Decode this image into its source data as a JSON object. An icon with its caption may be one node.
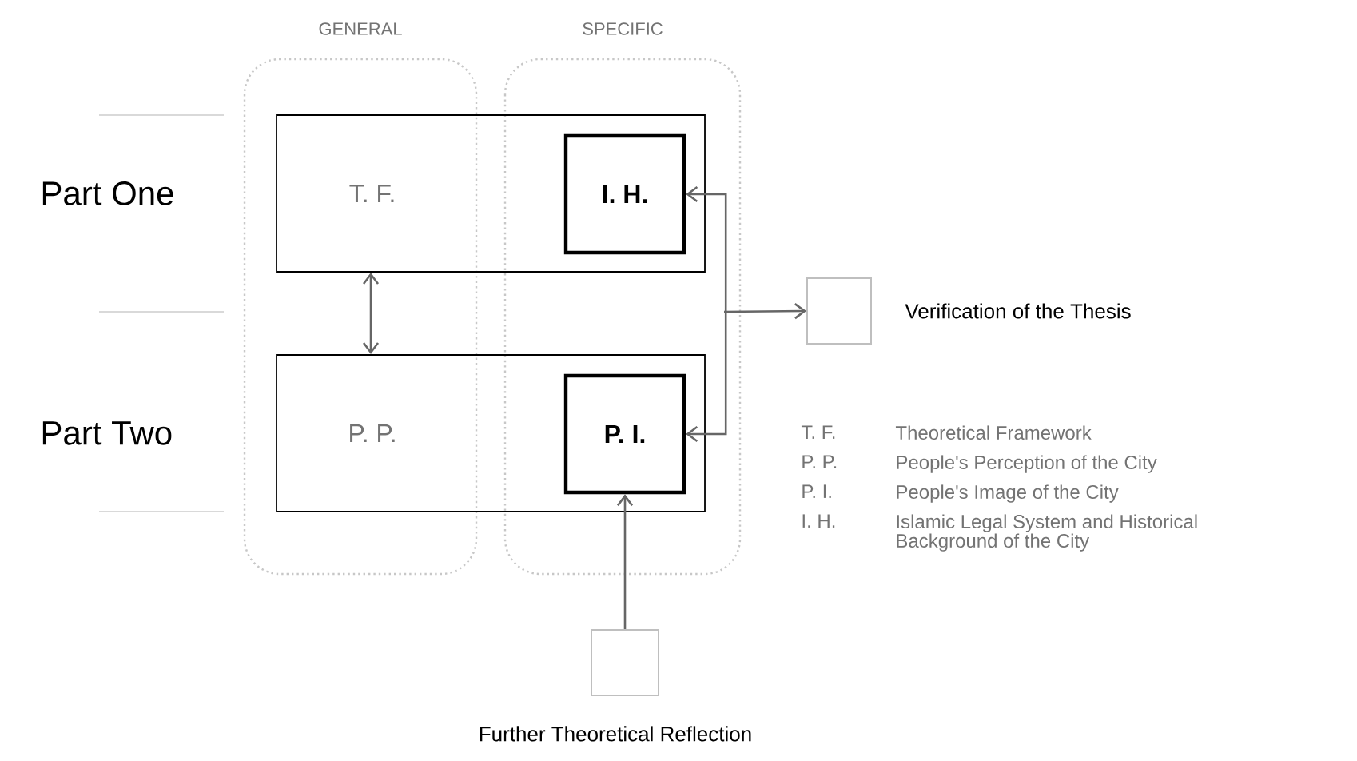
{
  "diagram": {
    "nodes": [
      {
        "text": [
          "T. F."
        ]
      },
      {
        "text": [
          "I. H."
        ],
        "in": 0
      },
      {
        "text": [
          "P. P."
        ]
      },
      {
        "text": [
          "P. I."
        ],
        "in": 2
      },
      {
        "text": [],
        "shape": "box",
        "beside": [
          "Verification of the Thesis"
        ]
      },
      {
        "text": [],
        "shape": "box",
        "beside": [
          "Further Theoretical Reflection"
        ]
      }
    ],
    "edges": [
      {
        "from": 0,
        "to": 2,
        "arrow": "both"
      },
      {
        "from": 1,
        "to": 3,
        "arrow": "both"
      },
      {
        "from": null,
        "to": 4,
        "arrow": "to"
      },
      {
        "from": 5,
        "to": 3,
        "arrow": "to"
      }
    ],
    "labels": [
      "GENERAL",
      "SPECIFIC",
      "Part One",
      "Part Two",
      "T. F.",
      "Theoretical Framework",
      "P. P.",
      "People's Perception of the City",
      "P. I.",
      "People's Image of the City",
      "I. H.",
      "Islamic Legal System and Historical Background of the City"
    ]
  }
}
